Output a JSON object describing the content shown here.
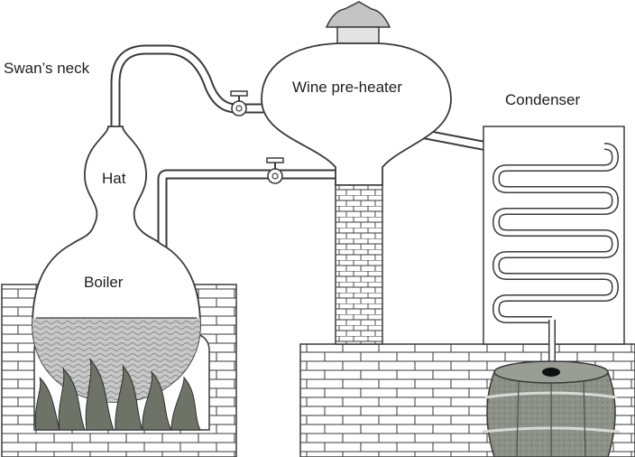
{
  "labels": {
    "swans_neck": "Swan’s neck",
    "wine_preheater": "Wine pre-heater",
    "condenser": "Condenser",
    "hat": "Hat",
    "boiler": "Boiler"
  },
  "colors": {
    "outline": "#3a3a3a",
    "brick_fill": "#ffffff",
    "liquid_fill": "#bdbdbd",
    "flame_fill": "#6e7368",
    "barrel_fill": "#8a8d84",
    "barrel_hoop": "#d9d9d9"
  }
}
